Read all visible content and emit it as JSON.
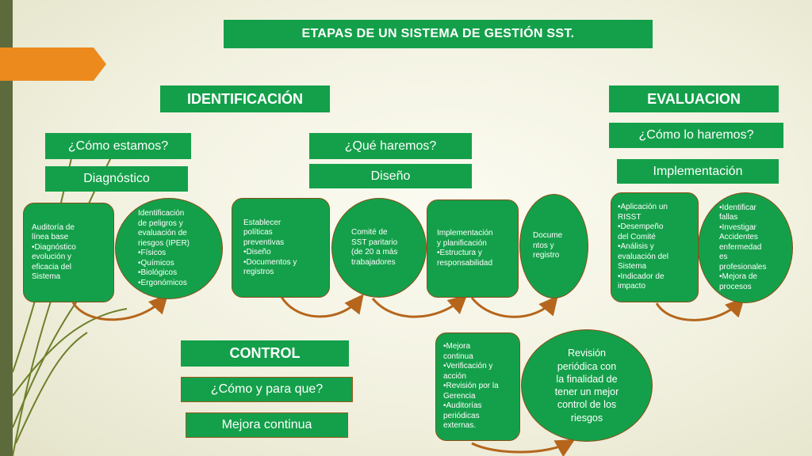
{
  "title": "ETAPAS DE UN SISTEMA DE GESTIÓN SST.",
  "identificacion": {
    "header": "IDENTIFICACIÓN",
    "q1": "¿Cómo estamos?",
    "s1": "Diagnóstico",
    "q2": "¿Qué haremos?",
    "s2": "Diseño"
  },
  "evaluacion": {
    "header": "EVALUACION",
    "q": "¿Cómo lo haremos?",
    "s": "Implementación"
  },
  "control": {
    "header": "CONTROL",
    "q": "¿Cómo y para que?",
    "s": "Mejora continua"
  },
  "nodes": {
    "auditoria": [
      "Auditoría de",
      "línea base",
      "•Diagnóstico",
      "evolución y",
      "eficacia del",
      "Sistema"
    ],
    "identificacion_peligros": [
      "Identificación",
      "de peligros y",
      "evaluación de",
      "riesgos (IPER)",
      "•Físicos",
      "•Químicos",
      "•Biológicos",
      "•Ergonómicos"
    ],
    "establecer": [
      "Establecer",
      "políticas",
      "preventivas",
      "•Diseño",
      "•Documentos    y",
      "registros"
    ],
    "comite": [
      "Comité    de",
      "SST   paritario",
      "(de 20 a más",
      "trabajadores"
    ],
    "implementacion": [
      "Implementación",
      "y planificación",
      "•Estructura y",
      "responsabilidad"
    ],
    "documentos": [
      "Docume",
      "ntos y",
      "registro"
    ],
    "aplicacion": [
      "•Aplicación un",
      "RISST",
      "•Desempeño",
      "del Comité",
      "•Análisis y",
      "evaluación del",
      "Sistema",
      "•Indicador de",
      "impacto"
    ],
    "identificar_fallas": [
      "•Identificar",
      "fallas",
      "•Investigar",
      "Accidentes",
      "enfermedad",
      "es",
      "profesionales",
      "•Mejora de",
      "procesos"
    ],
    "mejora": [
      "•Mejora",
      "continua",
      "•Verificación y",
      "acción",
      "•Revisión por la",
      "Gerencia",
      "•Auditorías",
      "periódicas",
      "externas."
    ],
    "revision": [
      "Revisión",
      "periódica con",
      "la finalidad de",
      "tener un mejor",
      "control de los",
      "riesgos"
    ]
  },
  "colors": {
    "green": "#14a04a",
    "border": "#9a5a1a",
    "connector": "#b5661c",
    "accent": "#ec8a1e",
    "side_bar": "#5d6b3c"
  }
}
